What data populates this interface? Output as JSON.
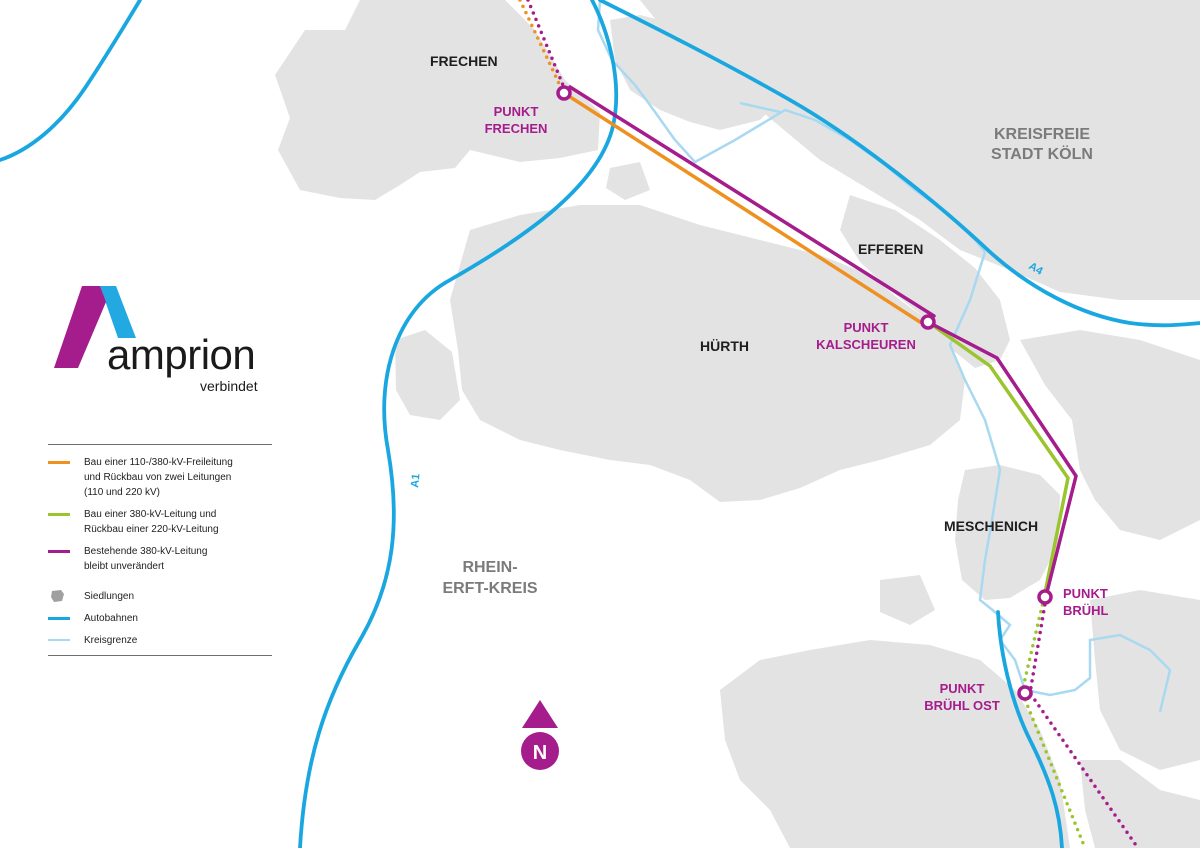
{
  "brand": {
    "name": "amprion",
    "tagline": "verbindet",
    "colors": {
      "magenta": "#a51c8c",
      "blue": "#22a9e1"
    }
  },
  "colors": {
    "settlement": "#e3e3e3",
    "highway": "#1aa7e0",
    "district_border": "#a9d9f1",
    "orange_line": "#ee9120",
    "green_line": "#9cc42e",
    "magenta_line": "#a51c8c"
  },
  "places": {
    "frechen": "FRECHEN",
    "efferen": "EFFEREN",
    "huerth": "HÜRTH",
    "meschenich": "MESCHENICH",
    "koeln_1": "KREISFREIE",
    "koeln_2": "STADT KÖLN",
    "rhein_erft_1": "RHEIN-",
    "rhein_erft_2": "ERFT-KREIS"
  },
  "points": {
    "frechen_1": "PUNKT",
    "frechen_2": "FRECHEN",
    "kalscheuren_1": "PUNKT",
    "kalscheuren_2": "KALSCHEUREN",
    "bruehl_1": "PUNKT",
    "bruehl_2": "BRÜHL",
    "bruehl_ost_1": "PUNKT",
    "bruehl_ost_2": "BRÜHL OST"
  },
  "roads": {
    "a1": "A1",
    "a4": "A4"
  },
  "north": {
    "label": "N"
  },
  "legend": {
    "items": [
      {
        "color": "#ee9120",
        "lines": [
          "Bau einer 110-/380-kV-Freileitung",
          "und Rückbau von zwei Leitungen",
          "(110 und 220 kV)"
        ]
      },
      {
        "color": "#9cc42e",
        "lines": [
          "Bau einer 380-kV-Leitung und",
          "Rückbau einer 220-kV-Leitung"
        ]
      },
      {
        "color": "#a51c8c",
        "lines": [
          "Bestehende 380-kV-Leitung",
          "bleibt unverändert"
        ]
      }
    ],
    "settlements": "Siedlungen",
    "highways": "Autobahnen",
    "border": "Kreisgrenze"
  }
}
